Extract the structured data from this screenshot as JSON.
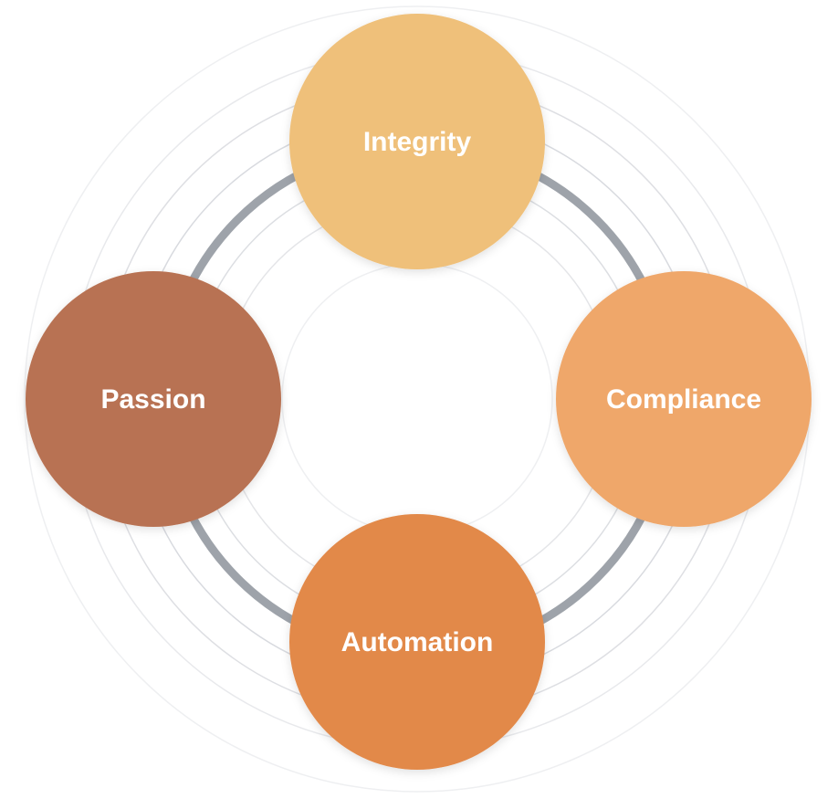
{
  "diagram": {
    "nodes": [
      {
        "id": "integrity",
        "label": "Integrity",
        "color": "#efc07a"
      },
      {
        "id": "compliance",
        "label": "Compliance",
        "color": "#efa76b"
      },
      {
        "id": "automation",
        "label": "Automation",
        "color": "#e2894a"
      },
      {
        "id": "passion",
        "label": "Passion",
        "color": "#b87252"
      }
    ],
    "ring_color": "#9ea3aa",
    "guide_ring_color": "#d9dbdf"
  }
}
